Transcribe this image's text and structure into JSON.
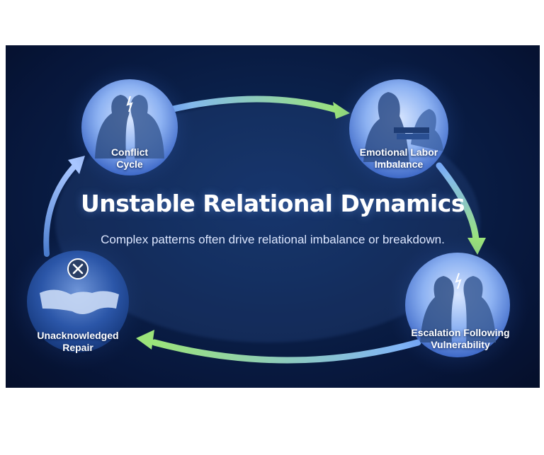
{
  "title": "Unstable Relational Dynamics",
  "subtitle": "Complex patterns often drive relational imbalance or breakdown.",
  "nodes": [
    {
      "line1": "Conflict",
      "line2": "Cycle"
    },
    {
      "line1": "Emotional Labor",
      "line2": "Imbalance"
    },
    {
      "line1": "Escalation Following",
      "line2": "Vulnerability"
    },
    {
      "line1": "Unacknowledged",
      "line2": "Repair"
    }
  ],
  "colors": {
    "background": "#0a1f48",
    "node_glow": "#6fa8ff",
    "arrow_blue": "#7fb2ff",
    "arrow_green": "#9be37a",
    "close_badge": "#2a3f66"
  },
  "icons": {
    "repair_badge": "close-icon"
  }
}
